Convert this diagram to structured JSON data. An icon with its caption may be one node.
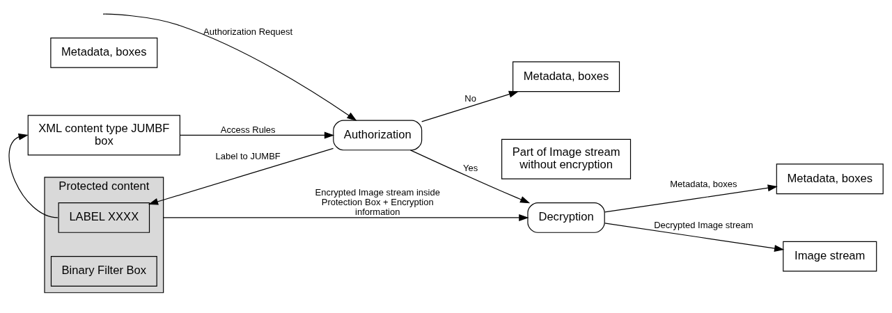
{
  "diagram": {
    "nodes": [
      {
        "text": [
          "Metadata, boxes"
        ]
      },
      {
        "text": [
          "Protected content"
        ]
      },
      {
        "text": [
          "LABEL XXXX"
        ],
        "in": 1
      },
      {
        "text": [
          "Binary Filter Box"
        ],
        "in": 1
      },
      {
        "text": [
          "XML content type JUMBF box"
        ]
      },
      {
        "text": [
          "Authorization"
        ]
      },
      {
        "text": [
          "Decryption"
        ]
      },
      {
        "text": [
          "Metadata, boxes"
        ]
      },
      {
        "text": [
          "Part of Image stream without encryption"
        ]
      },
      {
        "text": [
          "Metadata, boxes"
        ]
      },
      {
        "text": [
          "Image stream"
        ]
      }
    ],
    "edges": [
      {
        "from": null,
        "to": 5,
        "arrow": "to",
        "label": "Authorization Request"
      },
      {
        "from": 5,
        "to": 2,
        "arrow": "to",
        "label": "Label to JUMBF"
      },
      {
        "from": 2,
        "to": 4,
        "arrow": "to"
      },
      {
        "from": 4,
        "to": 5,
        "arrow": "to",
        "label": "Access Rules"
      },
      {
        "from": 1,
        "to": 6,
        "arrow": "to",
        "label": "Encrypted Image stream inside Protection Box + Encryption information"
      },
      {
        "from": 5,
        "to": 6,
        "arrow": "to",
        "label": "Yes"
      },
      {
        "from": 5,
        "to": 7,
        "arrow": "to",
        "label": "No"
      },
      {
        "from": 6,
        "to": 9,
        "arrow": "to",
        "label": "Metadata, boxes"
      },
      {
        "from": 6,
        "to": 10,
        "arrow": "to",
        "label": "Decrypted Image stream"
      }
    ]
  }
}
